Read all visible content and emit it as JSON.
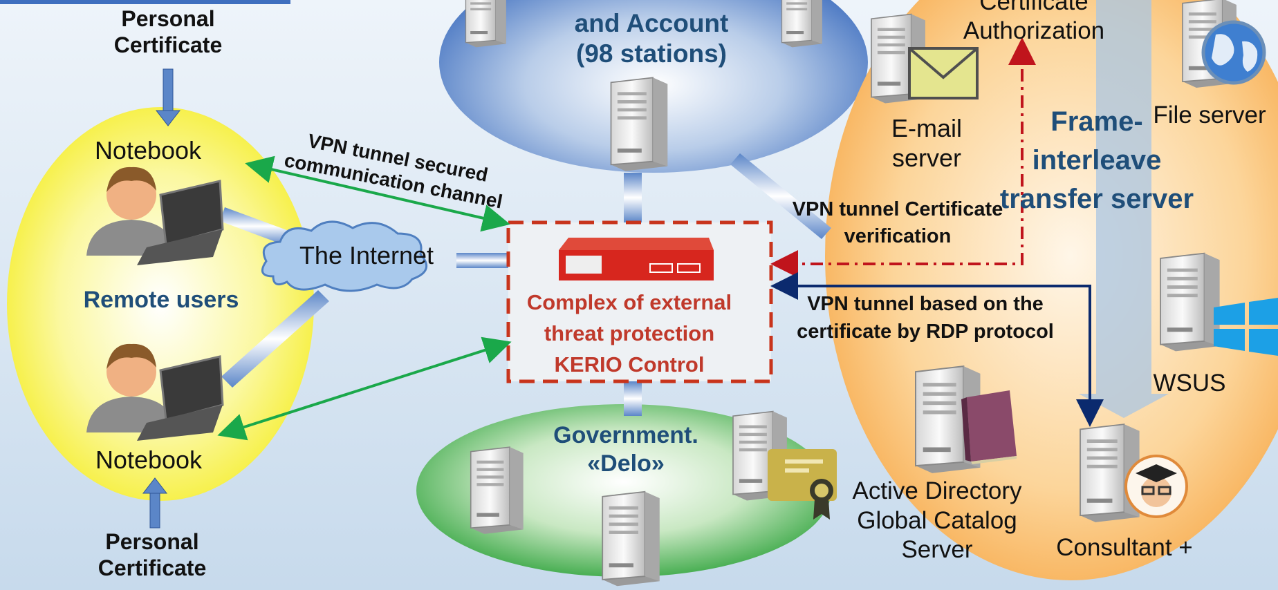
{
  "colors": {
    "background_top": "#eaf2f9",
    "background_bottom": "#c9dcee",
    "remote_zone": "#f7f13a",
    "center_zone": "#4a7bc4",
    "gov_zone": "#3fae49",
    "server_zone": "#f7b45a",
    "vpn_green": "#1aa84a",
    "verify_red": "#c0141c",
    "rdp_navy": "#0b2a6e",
    "title_blue": "#1f4e79",
    "kerio_red": "#c0392b"
  },
  "labels": {
    "personal_cert_top": "Personal Certificate",
    "personal_cert_bottom": "Personal Certificate",
    "notebook_top": "Notebook",
    "notebook_bottom": "Notebook",
    "remote_users": "Remote users",
    "internet": "The Internet",
    "vpn_secured": "VPN tunnel  secured communication channel",
    "center_title": "and Account (98 stations)",
    "kerio": "Complex of external threat protection KERIO Control",
    "gov": "Government. «Delo»",
    "email_server": "E-mail server",
    "cert_authorization": "Certificate Authorization",
    "file_server": "File server",
    "frame_interleave": "Frame- interleave transfer server",
    "vpn_cert_verify": "VPN tunnel Certificate verification",
    "vpn_rdp": "VPN tunnel based on the certificate by RDP protocol",
    "wsus": "WSUS",
    "active_directory": "Active Directory Global Catalog Server",
    "consultant": "Consultant +"
  },
  "icons": [
    "server-icon",
    "envelope-icon",
    "globe-icon",
    "book-icon",
    "certificate-icon",
    "windows-logo-icon",
    "user-icon",
    "laptop-icon",
    "cloud-icon",
    "firewall-appliance-icon",
    "consultant-avatar-icon"
  ]
}
